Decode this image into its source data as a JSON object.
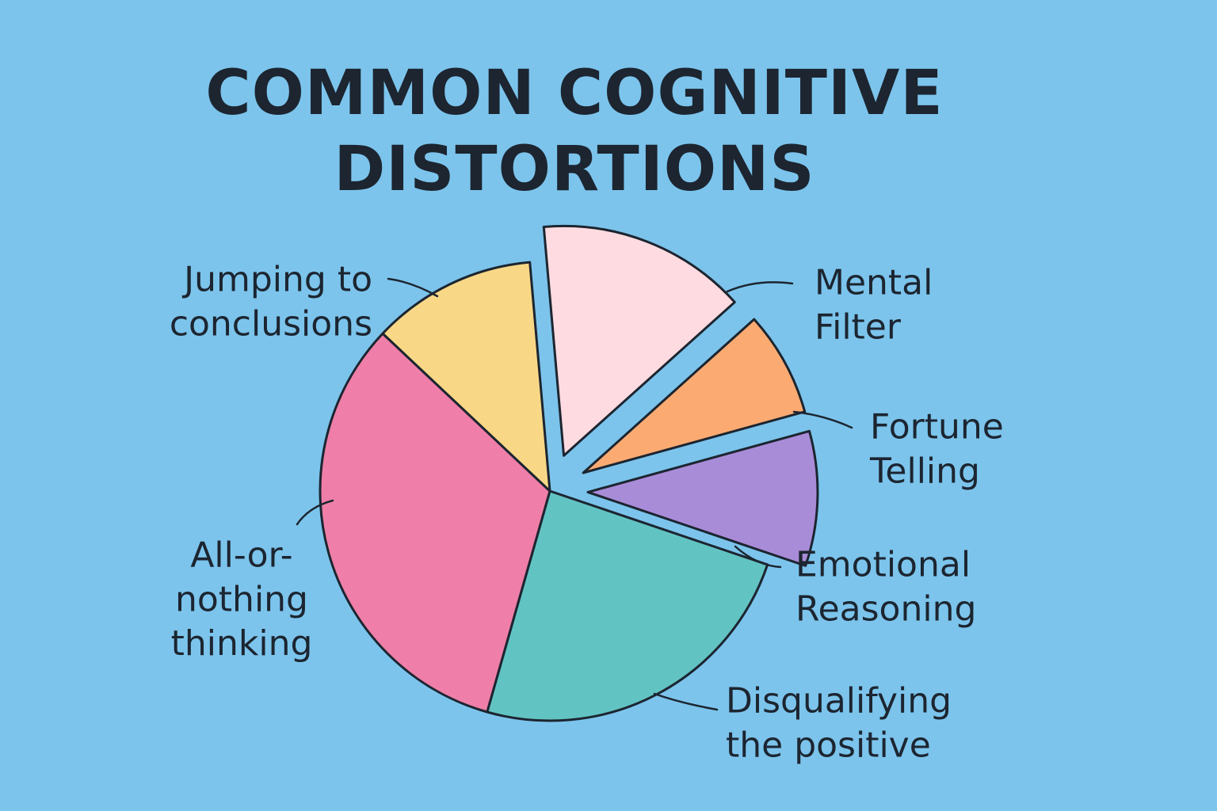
{
  "chart_data": {
    "type": "pie",
    "title_lines": [
      "COMMON COGNITIVE",
      "DISTORTIONS"
    ],
    "slices": [
      {
        "label_lines": [
          "Mental",
          "Filter"
        ],
        "value": 14,
        "color": "#fddbe0",
        "exploded": true
      },
      {
        "label_lines": [
          "Fortune",
          "Telling"
        ],
        "value": 7,
        "color": "#fbab72",
        "exploded": true
      },
      {
        "label_lines": [
          "Emotional",
          "Reasoning"
        ],
        "value": 9,
        "color": "#a98cd8",
        "exploded": true
      },
      {
        "label_lines": [
          "Disqualifying",
          "the positive"
        ],
        "value": 23,
        "color": "#62c3c3",
        "exploded": false
      },
      {
        "label_lines": [
          "All-or-",
          "nothing",
          "thinking"
        ],
        "value": 31,
        "color": "#ef7fa8",
        "exploded": false
      },
      {
        "label_lines": [
          "Jumping to",
          "conclusions"
        ],
        "value": 11,
        "color": "#f8d886",
        "exploded": false
      }
    ],
    "legend": "none"
  }
}
